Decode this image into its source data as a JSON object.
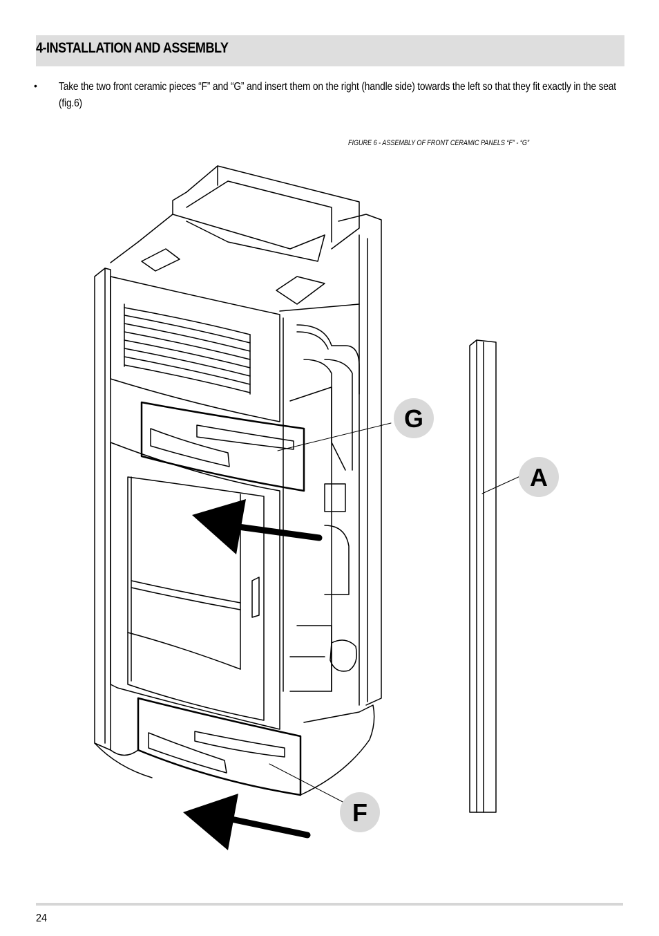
{
  "section": {
    "title": "4-INSTALLATION AND ASSEMBLY"
  },
  "instructions": [
    {
      "bullet": "•",
      "text": "Take the two front ceramic pieces “F” and “G” and insert them on the right (handle side) towards the left so that they fit exactly in the seat (fig.6)"
    }
  ],
  "figure": {
    "caption": "FIGURE 6 - ASSEMBLY OF FRONT CERAMIC PANELS “F” - “G”",
    "callouts": {
      "g": "G",
      "a": "A",
      "f": "F"
    }
  },
  "footer": {
    "page_number": "24"
  }
}
